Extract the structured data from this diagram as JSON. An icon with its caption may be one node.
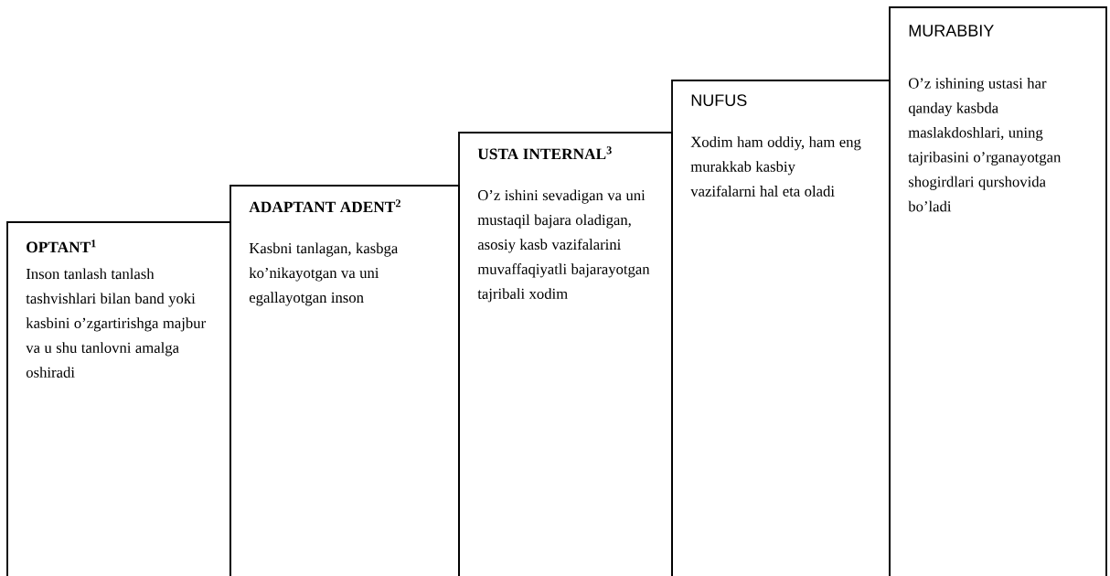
{
  "diagram": {
    "nodes": [
      {
        "text": [
          "OPTANT$^{1}$",
          "Inson tanlash tanlash tashvishlari bilan band yoki kasbini o’zgartirishga majbur va u shu tanlovni amalga oshiradi"
        ]
      },
      {
        "text": [
          "ADAPTANT ADENT$^{2}$",
          "Kasbni tanlagan, kasbga ko’nikayotgan va uni egallayotgan inson"
        ]
      },
      {
        "text": [
          "USTA INTERNAL$^{3}$",
          "O’z ishini sevadigan va uni mustaqil bajara oladigan, asosiy kasb vazifalarini muvaffaqiyatli bajarayotgan tajribali xodim"
        ]
      },
      {
        "text": [
          "NUFUS",
          "Xodim ham oddiy, ham eng murakkab kasbiy vazifalarni hal eta oladi"
        ]
      },
      {
        "text": [
          "MURABBIY",
          "O’z ishining ustasi har qanday kasbda maslakdoshlari, uning tajribasini o’rganayotgan shogirdlari qurshovida bo’ladi"
        ]
      }
    ]
  }
}
